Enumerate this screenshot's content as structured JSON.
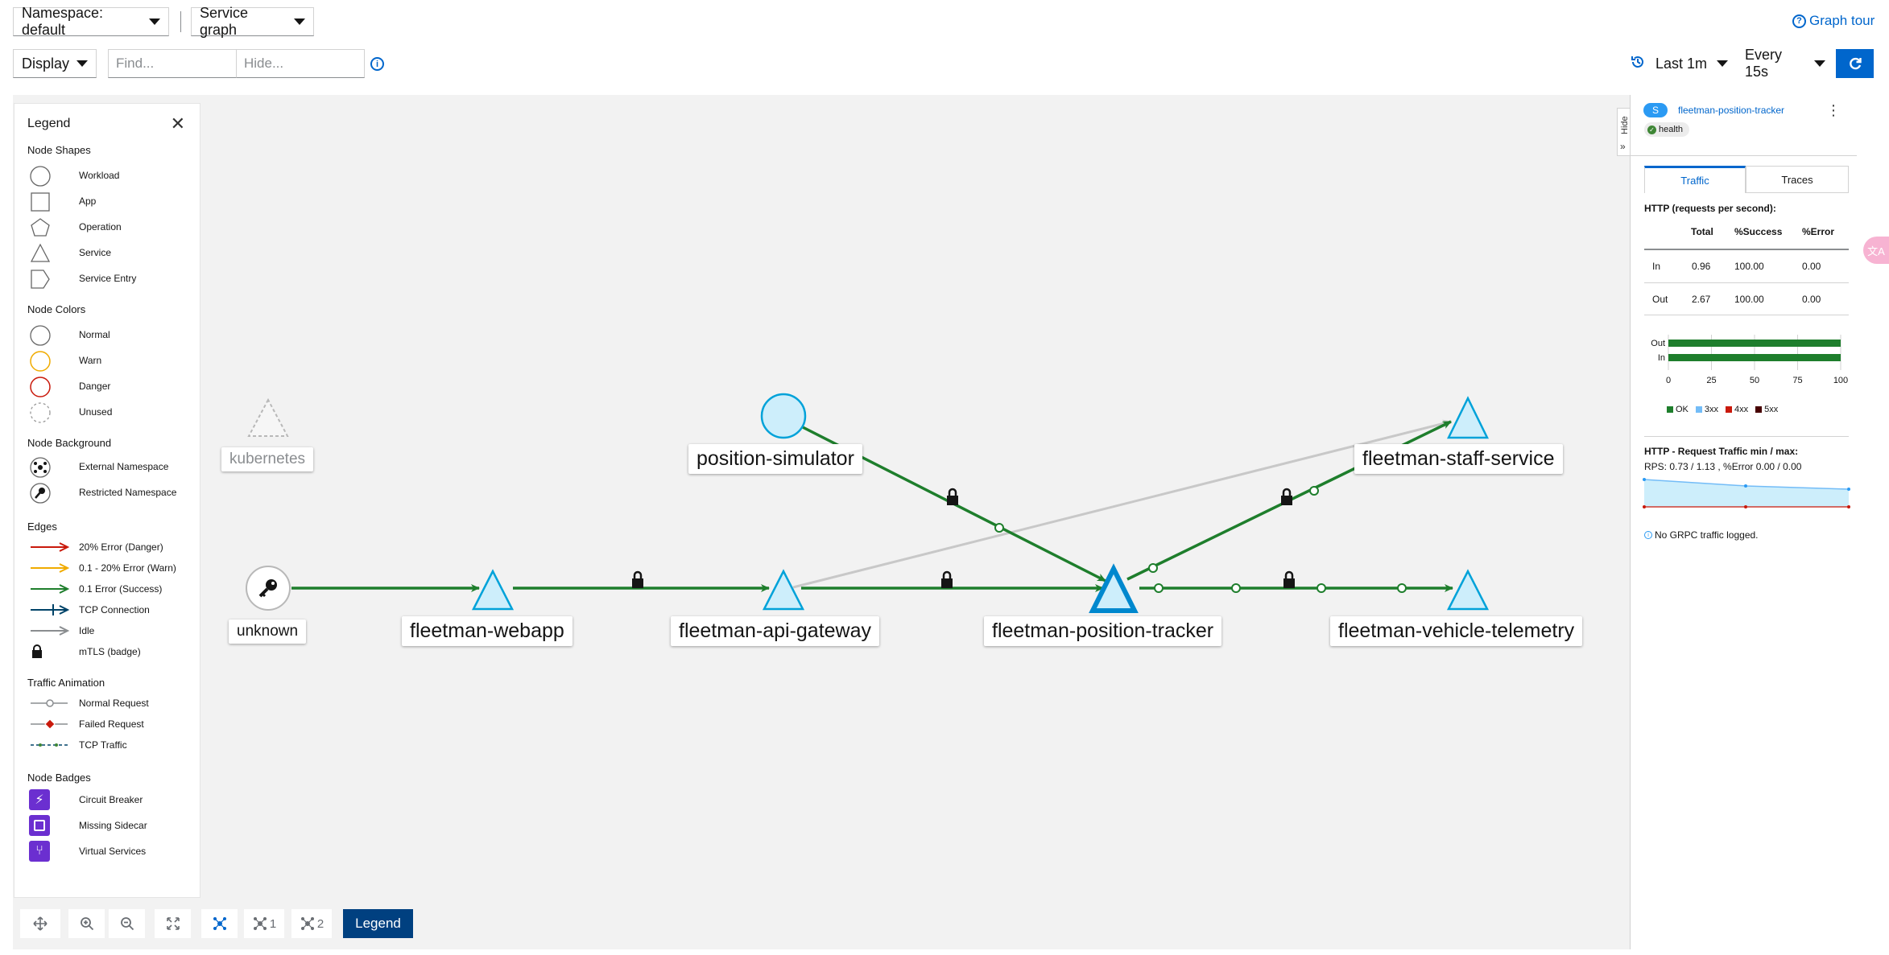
{
  "toolbar": {
    "namespace": "Namespace: default",
    "graph_type": "Service graph",
    "display": "Display",
    "find_placeholder": "Find...",
    "hide_placeholder": "Hide...",
    "graph_tour": "Graph tour",
    "time_range": "Last 1m",
    "refresh_interval": "Every 15s"
  },
  "legend": {
    "title": "Legend",
    "node_shapes_title": "Node Shapes",
    "node_shapes": [
      "Workload",
      "App",
      "Operation",
      "Service",
      "Service Entry"
    ],
    "node_colors_title": "Node Colors",
    "node_colors": [
      "Normal",
      "Warn",
      "Danger",
      "Unused"
    ],
    "node_background_title": "Node Background",
    "node_background": [
      "External Namespace",
      "Restricted Namespace"
    ],
    "edges_title": "Edges",
    "edges": [
      "20% Error (Danger)",
      "0.1 - 20% Error (Warn)",
      "0.1 Error (Success)",
      "TCP Connection",
      "Idle",
      "mTLS (badge)"
    ],
    "traffic_title": "Traffic Animation",
    "traffic": [
      "Normal Request",
      "Failed Request",
      "TCP Traffic"
    ],
    "badges_title": "Node Badges",
    "badges": [
      "Circuit Breaker",
      "Missing Sidecar",
      "Virtual Services"
    ]
  },
  "graph": {
    "nodes": [
      "kubernetes",
      "position-simulator",
      "fleetman-staff-service",
      "unknown",
      "fleetman-webapp",
      "fleetman-api-gateway",
      "fleetman-position-tracker",
      "fleetman-vehicle-telemetry"
    ]
  },
  "bottom_toolbar": {
    "layout_1": "1",
    "layout_2": "2",
    "legend_button": "Legend"
  },
  "side_panel": {
    "hide_label": "Hide",
    "badge": "S",
    "service_name": "fleetman-position-tracker",
    "health_label": "health",
    "tabs": [
      "Traffic",
      "Traces"
    ],
    "http_title": "HTTP (requests per second):",
    "table": {
      "headers": [
        "",
        "Total",
        "%Success",
        "%Error"
      ],
      "rows": [
        [
          "In",
          "0.96",
          "100.00",
          "0.00"
        ],
        [
          "Out",
          "2.67",
          "100.00",
          "0.00"
        ]
      ]
    },
    "bar_chart": {
      "rows": [
        "Out",
        "In"
      ],
      "ticks": [
        "0",
        "25",
        "50",
        "75",
        "100"
      ],
      "legend": [
        "OK",
        "3xx",
        "4xx",
        "5xx"
      ],
      "colors": [
        "#1e7e2c",
        "#73bcf7",
        "#c9190b",
        "#470000"
      ]
    },
    "request_traffic_title": "HTTP - Request Traffic min / max:",
    "rps_text": "RPS: 0.73 / 1.13 , %Error 0.00 / 0.00",
    "grpc_text": "No GRPC traffic logged."
  },
  "chart_data": {
    "type": "bar",
    "categories": [
      "Out",
      "In"
    ],
    "series": [
      {
        "name": "OK",
        "values": [
          100,
          100
        ]
      },
      {
        "name": "3xx",
        "values": [
          0,
          0
        ]
      },
      {
        "name": "4xx",
        "values": [
          0,
          0
        ]
      },
      {
        "name": "5xx",
        "values": [
          0,
          0
        ]
      }
    ],
    "xlim": [
      0,
      100
    ]
  }
}
